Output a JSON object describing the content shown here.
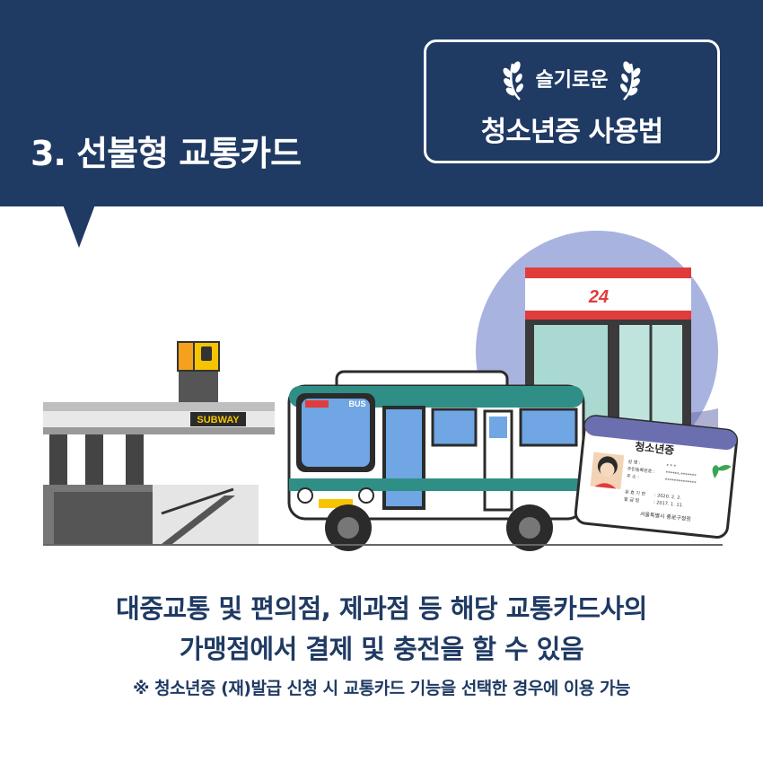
{
  "header": {
    "section_title": "3. 선불형 교통카드",
    "badge_small": "슬기로운",
    "badge_main": "청소년증 사용법"
  },
  "illustration": {
    "store_sign": "24",
    "subway_sign": "SUBWAY",
    "bus_sign": "BUS",
    "card": {
      "title": "청소년증",
      "row_name_label": "성        명 :",
      "row_name_value": "* * *",
      "row_id_label": "주민등록번호 :",
      "row_id_value": "******-*******",
      "row_addr_label": "주        소 :",
      "row_addr_value": "**************",
      "expiry_label": "유 효 기 한",
      "expiry_value": ": 2020. 2. 2.",
      "issue_label": "발 급 일",
      "issue_value": ": 2017. 1. 11.",
      "issuer": "서울특별시 종로구청장"
    }
  },
  "body": {
    "line1": "대중교통 및 편의점, 제과점 등 해당 교통카드사의",
    "line2": "가맹점에서 결제 및 충전을 할 수 있음",
    "note": "※ 청소년증 (재)발급 신청 시 교통카드 기능을 선택한 경우에 이용 가능"
  },
  "colors": {
    "navy": "#1f3a63",
    "store_red": "#e03c3c",
    "bus_teal": "#2f8f86",
    "circle_lavender": "#a9b3df"
  }
}
